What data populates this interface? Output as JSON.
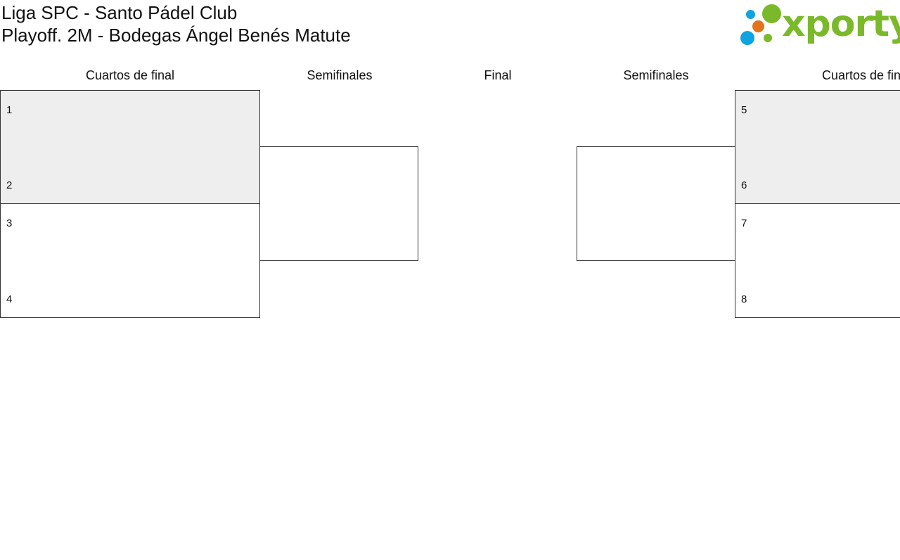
{
  "header": {
    "title_line1": "Liga SPC - Santo Pádel Club",
    "title_line2": "Playoff. 2M - Bodegas Ángel Benés Matute"
  },
  "logo": {
    "text": "xporty",
    "colors": {
      "green": "#7ab929",
      "orange": "#e3741b",
      "blue": "#0ea4e0"
    }
  },
  "rounds": {
    "left_quarterfinals": "Cuartos de final",
    "left_semifinals": "Semifinales",
    "final": "Final",
    "right_semifinals": "Semifinales",
    "right_quarterfinals": "Cuartos de final"
  },
  "matches": {
    "left_qf1": {
      "seed_top": "1",
      "seed_bottom": "2"
    },
    "left_qf2": {
      "seed_top": "3",
      "seed_bottom": "4"
    },
    "right_qf1": {
      "seed_top": "5",
      "seed_bottom": "6"
    },
    "right_qf2": {
      "seed_top": "7",
      "seed_bottom": "8"
    }
  },
  "colors": {
    "shaded_box": "#eeeeee",
    "border": "#333333"
  }
}
